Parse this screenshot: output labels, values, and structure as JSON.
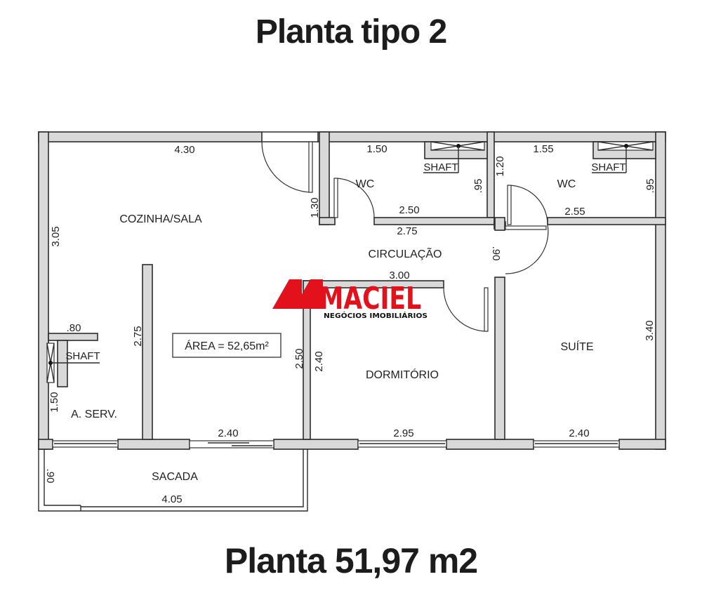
{
  "header": {
    "title": "Planta tipo 2"
  },
  "footer": {
    "caption": "Planta 51,97 m2"
  },
  "logo": {
    "brand": "MACIEL",
    "tagline": "NEGÓCIOS IMOBILIÁRIOS",
    "color": "#e3111b"
  },
  "area_box": {
    "text": "ÁREA = 52,65m²"
  },
  "rooms": {
    "cozinha_sala": "COZINHA/SALA",
    "wc1": "WC",
    "wc2": "WC",
    "circulacao": "CIRCULAÇÃO",
    "dormitorio": "DORMITÓRIO",
    "suite": "SUÍTE",
    "area_servico": "A. SERV.",
    "sacada": "SACADA"
  },
  "shafts": {
    "wc1": "SHAFT",
    "wc2": "SHAFT",
    "aserv": "SHAFT"
  },
  "dimensions": {
    "sala_width": "4.30",
    "sala_height": "3.05",
    "entry": "1.30",
    "wc1_top": "1.50",
    "wc1_side": ".95",
    "wc1_bottom": "2.50",
    "circ_top": "2.75",
    "wc2_top": "1.55",
    "wc2_left": "1.20",
    "wc2_side": ".95",
    "wc2_bottom": "2.55",
    "circ_door": ".90",
    "circ_bottom": "3.00",
    "aserv_shelf": ".80",
    "wall_275": "2.75",
    "aserv_height": "1.50",
    "living_250": "2.50",
    "dorm_height": "2.40",
    "living_window": "2.40",
    "dorm_window": "2.95",
    "suite_window": "2.40",
    "suite_height": "3.40",
    "sacada_depth": ".90",
    "sacada_width": "4.05"
  }
}
